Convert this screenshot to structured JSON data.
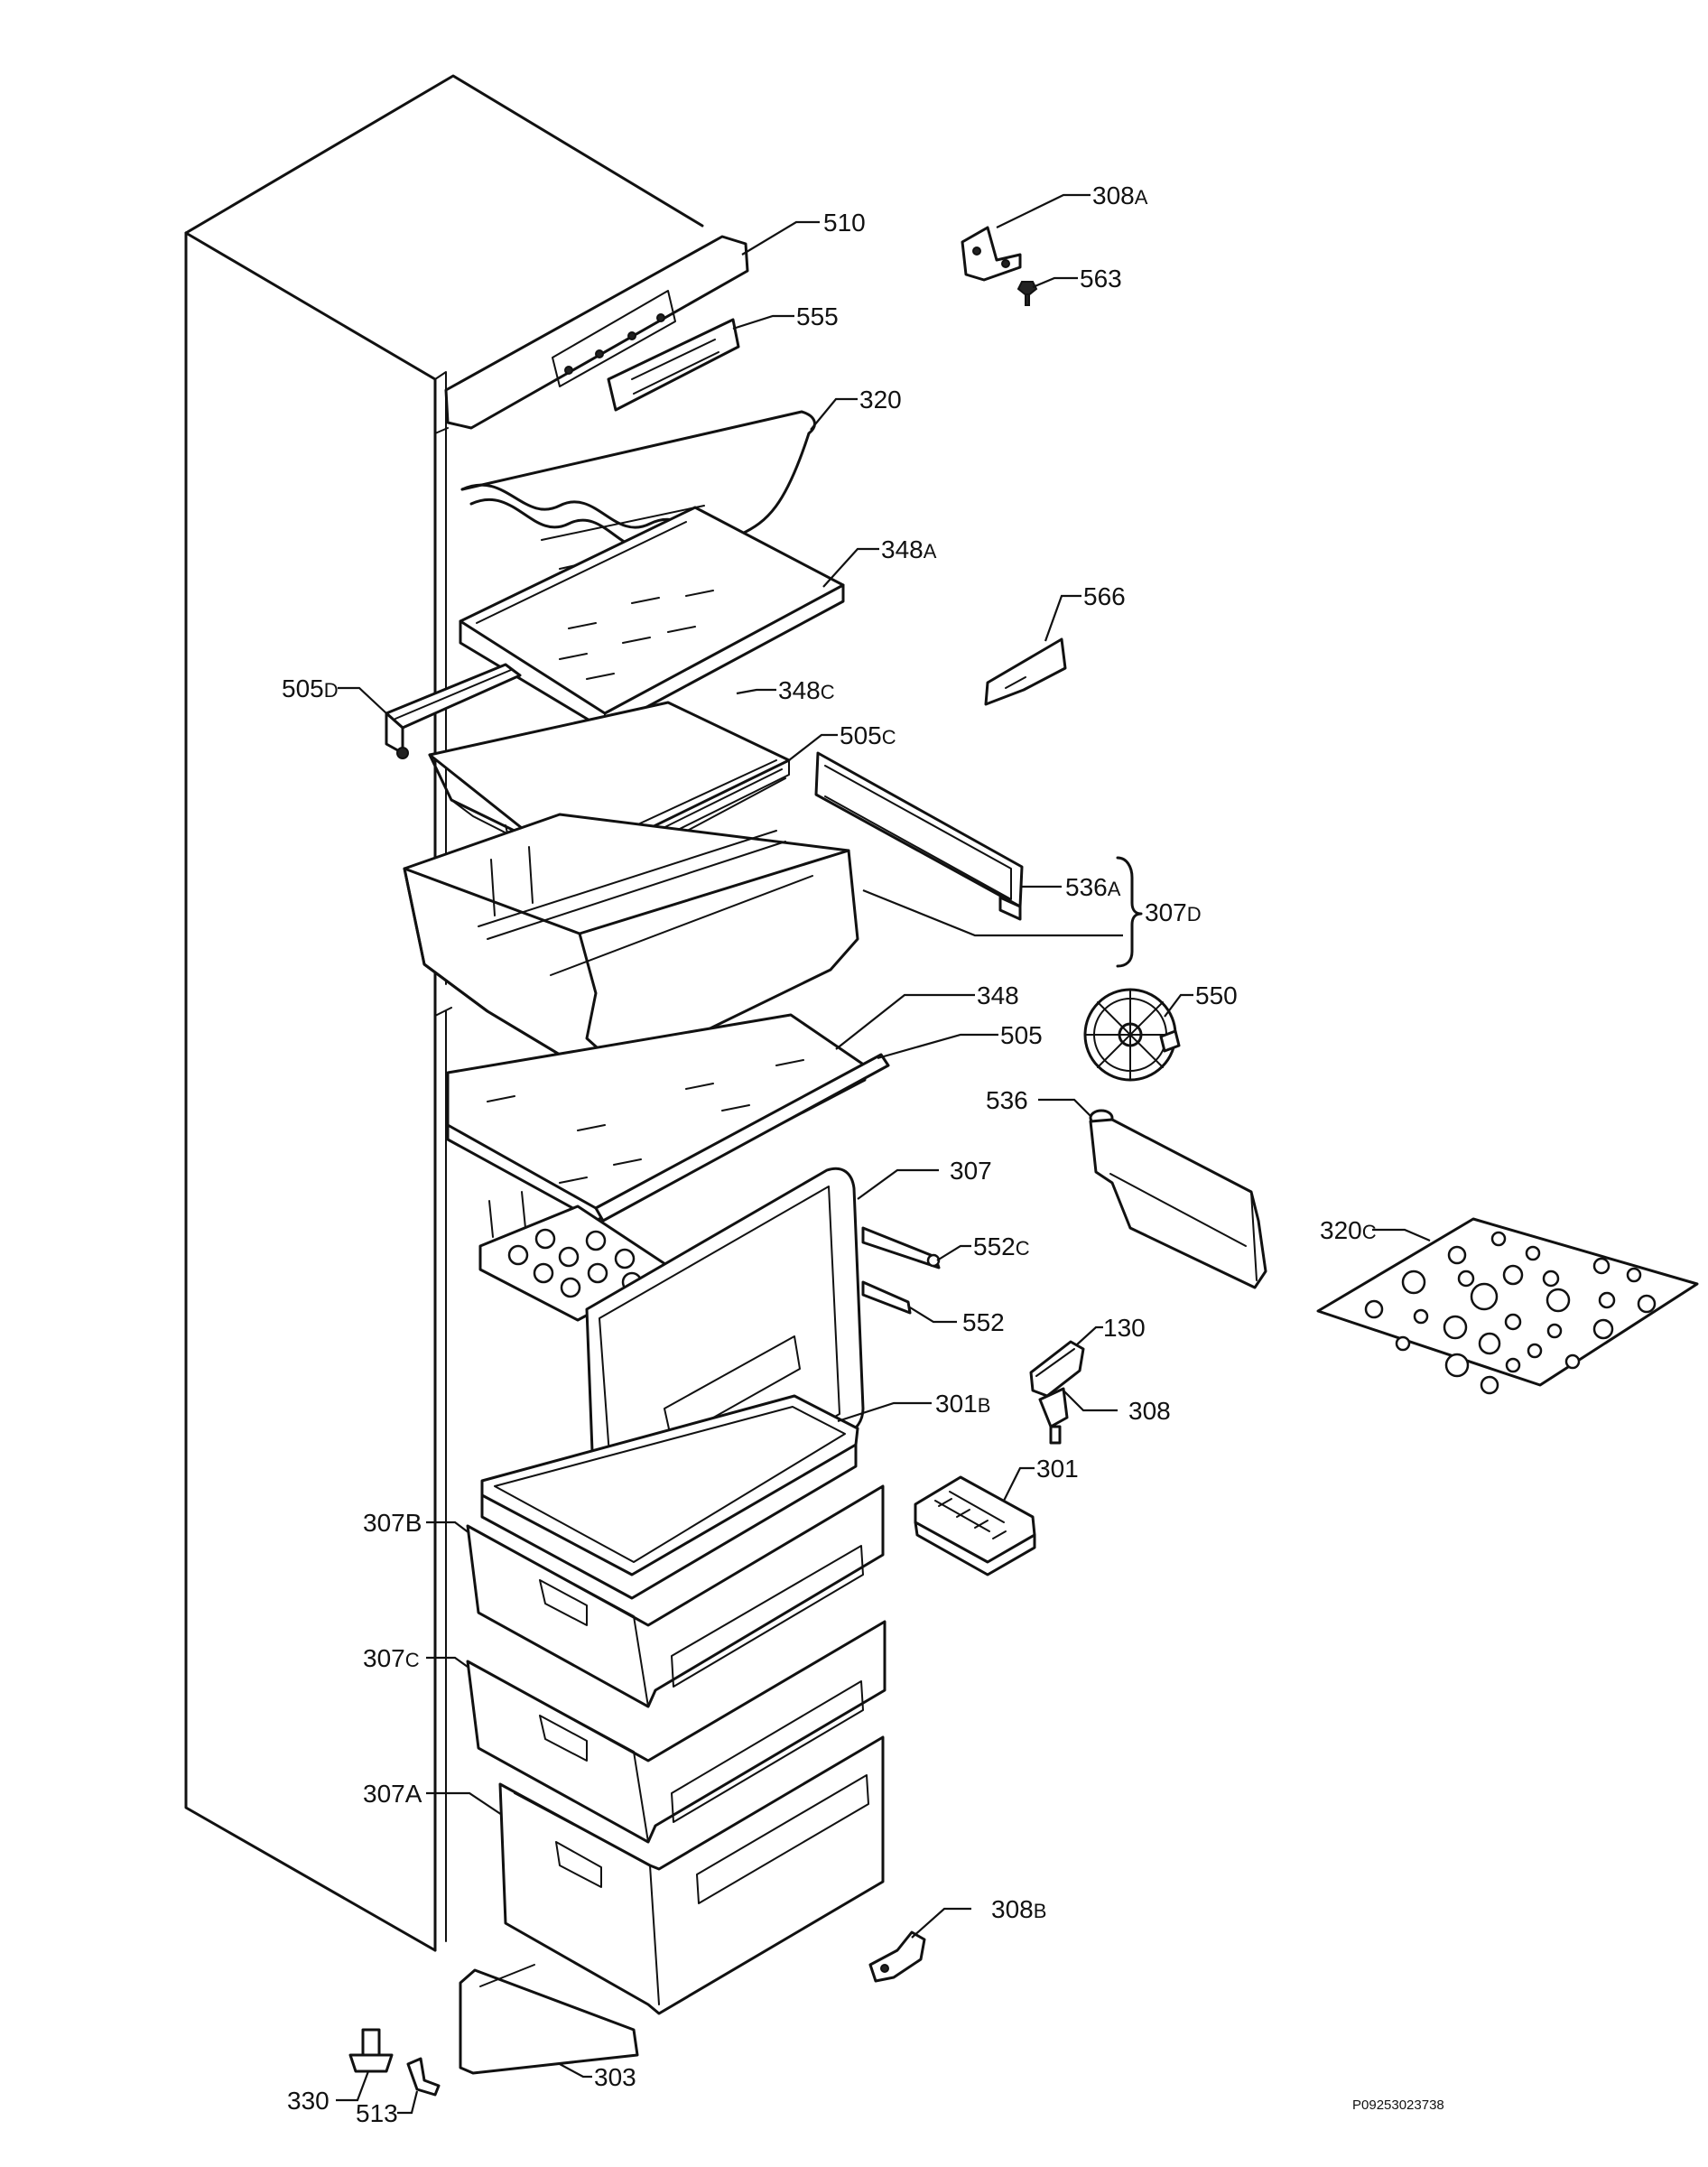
{
  "diagram": {
    "document_code": "P09253023738",
    "callouts": {
      "c510": {
        "num": "510",
        "suffix": ""
      },
      "c308a": {
        "num": "308",
        "suffix": "A"
      },
      "c563": {
        "num": "563",
        "suffix": ""
      },
      "c555": {
        "num": "555",
        "suffix": ""
      },
      "c320": {
        "num": "320",
        "suffix": ""
      },
      "c348a": {
        "num": "348",
        "suffix": "A"
      },
      "c566": {
        "num": "566",
        "suffix": ""
      },
      "c505d": {
        "num": "505",
        "suffix": "D"
      },
      "c348c": {
        "num": "348",
        "suffix": "C"
      },
      "c505c": {
        "num": "505",
        "suffix": "C"
      },
      "c536a": {
        "num": "536",
        "suffix": "A"
      },
      "c307d": {
        "num": "307",
        "suffix": "D"
      },
      "c348": {
        "num": "348",
        "suffix": ""
      },
      "c550": {
        "num": "550",
        "suffix": ""
      },
      "c505": {
        "num": "505",
        "suffix": ""
      },
      "c536": {
        "num": "536",
        "suffix": ""
      },
      "c307": {
        "num": "307",
        "suffix": ""
      },
      "c320c": {
        "num": "320",
        "suffix": "C"
      },
      "c552c": {
        "num": "552",
        "suffix": "C"
      },
      "c552": {
        "num": "552",
        "suffix": ""
      },
      "c130": {
        "num": "130",
        "suffix": ""
      },
      "c308": {
        "num": "308",
        "suffix": ""
      },
      "c301b": {
        "num": "301",
        "suffix": "B"
      },
      "c301": {
        "num": "301",
        "suffix": ""
      },
      "c307b": {
        "num": "307B",
        "suffix": ""
      },
      "c307c": {
        "num": "307",
        "suffix": "C"
      },
      "c307a": {
        "num": "307A",
        "suffix": ""
      },
      "c308b": {
        "num": "308",
        "suffix": "B"
      },
      "c330": {
        "num": "330",
        "suffix": ""
      },
      "c513": {
        "num": "513",
        "suffix": ""
      },
      "c303": {
        "num": "303",
        "suffix": ""
      }
    }
  }
}
